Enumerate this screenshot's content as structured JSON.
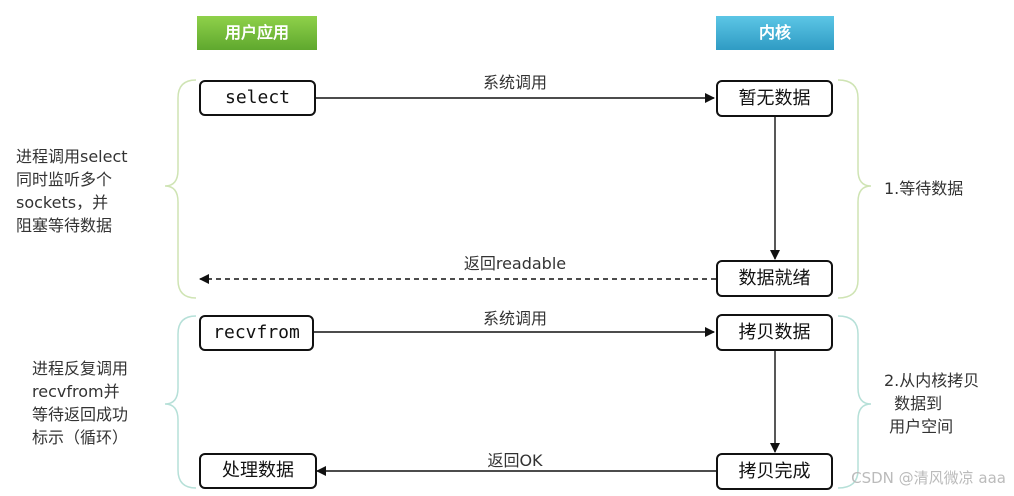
{
  "headers": {
    "user": "用户应用",
    "kernel": "内核"
  },
  "boxes": {
    "select": "select",
    "no_data": "暂无数据",
    "data_ready": "数据就绪",
    "recvfrom": "recvfrom",
    "copy_data": "拷贝数据",
    "handle_data": "处理数据",
    "copy_done": "拷贝完成"
  },
  "arrows": {
    "syscall_1": "系统调用",
    "return_readable": "返回readable",
    "syscall_2": "系统调用",
    "return_ok": "返回OK"
  },
  "left_notes": {
    "select_note": "进程调用select\n同时监听多个\nsockets，并\n阻塞等待数据",
    "recvfrom_note": "进程反复调用\nrecvfrom并\n等待返回成功\n标示（循环）"
  },
  "right_notes": {
    "wait_data": "1.等待数据",
    "copy_to_user": "2.从内核拷贝\n  数据到\n 用户空间"
  },
  "watermark": "CSDN @清风微凉 aaa",
  "colors": {
    "user_header": "#6ab834",
    "kernel_header": "#3aa9d2",
    "phase1_bracket": "#cfe4b4",
    "phase2_bracket": "#b6e0d8"
  }
}
